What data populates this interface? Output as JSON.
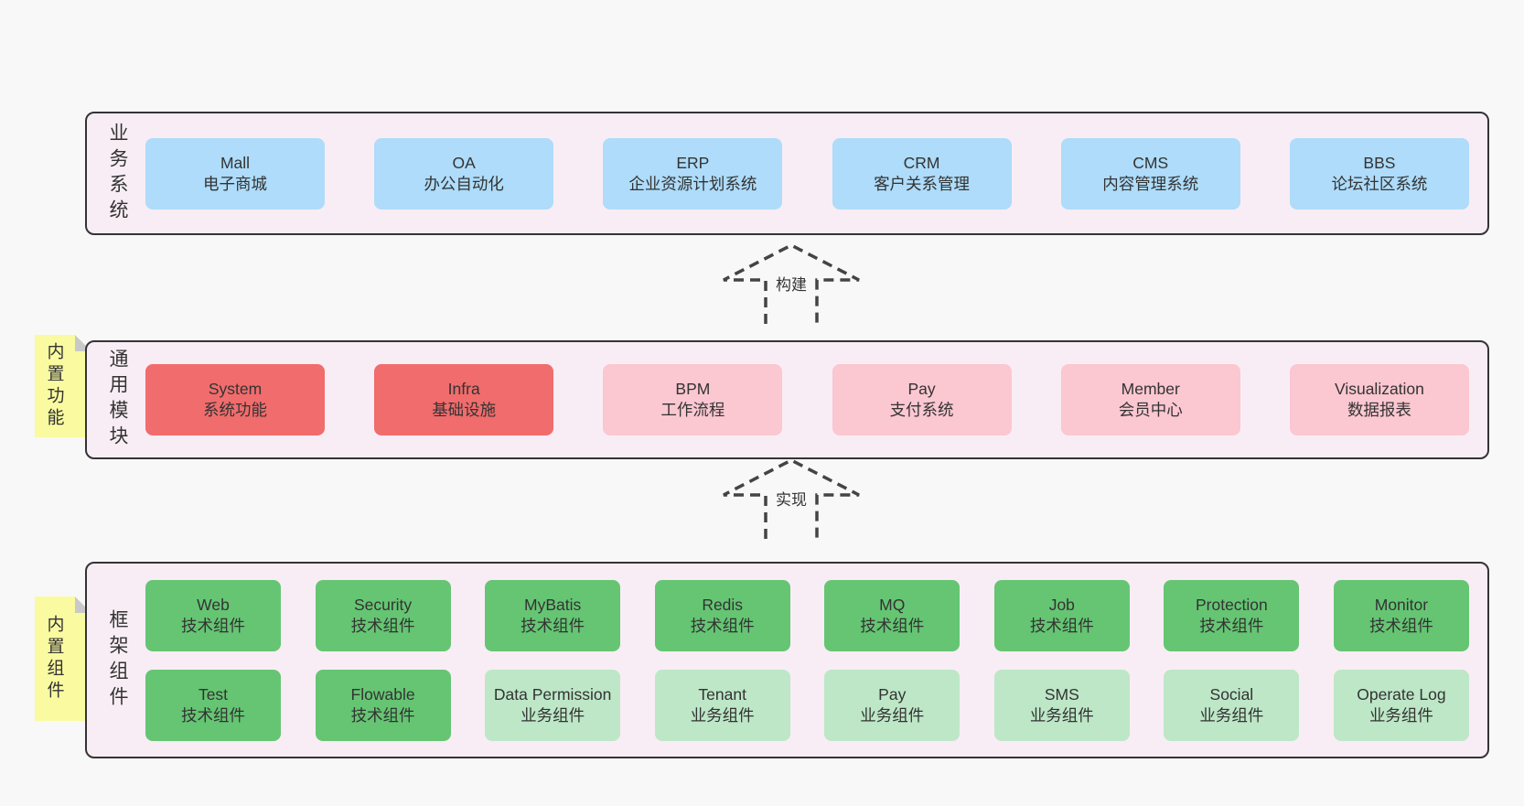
{
  "colors": {
    "page_bg": "#f8f8f8",
    "panel_bg": "#f8edf5",
    "panel_border": "#343434",
    "business_box": "#aedcfa",
    "core_module_box": "#f16c6c",
    "optional_module_box": "#fbc7d1",
    "tech_component_box": "#65c573",
    "biz_component_box": "#bde7c7",
    "sticky_tag": "#fafaa1",
    "text": "#333333"
  },
  "business": {
    "label": "业务系统",
    "items": [
      {
        "en": "Mall",
        "zh": "电子商城"
      },
      {
        "en": "OA",
        "zh": "办公自动化"
      },
      {
        "en": "ERP",
        "zh": "企业资源计划系统"
      },
      {
        "en": "CRM",
        "zh": "客户关系管理"
      },
      {
        "en": "CMS",
        "zh": "内容管理系统"
      },
      {
        "en": "BBS",
        "zh": "论坛社区系统"
      }
    ]
  },
  "build_arrow": {
    "label": "构建"
  },
  "modules": {
    "tag": "内置功能",
    "label": "通用模块",
    "items": [
      {
        "en": "System",
        "zh": "系统功能"
      },
      {
        "en": "Infra",
        "zh": "基础设施"
      },
      {
        "en": "BPM",
        "zh": "工作流程"
      },
      {
        "en": "Pay",
        "zh": "支付系统"
      },
      {
        "en": "Member",
        "zh": "会员中心"
      },
      {
        "en": "Visualization",
        "zh": "数据报表"
      }
    ]
  },
  "implement_arrow": {
    "label": "实现"
  },
  "components": {
    "tag": "内置组件",
    "label": "框架组件",
    "row1": [
      {
        "en": "Web",
        "zh": "技术组件"
      },
      {
        "en": "Security",
        "zh": "技术组件"
      },
      {
        "en": "MyBatis",
        "zh": "技术组件"
      },
      {
        "en": "Redis",
        "zh": "技术组件"
      },
      {
        "en": "MQ",
        "zh": "技术组件"
      },
      {
        "en": "Job",
        "zh": "技术组件"
      },
      {
        "en": "Protection",
        "zh": "技术组件"
      },
      {
        "en": "Monitor",
        "zh": "技术组件"
      }
    ],
    "row2": [
      {
        "en": "Test",
        "zh": "技术组件"
      },
      {
        "en": "Flowable",
        "zh": "技术组件"
      },
      {
        "en": "Data Permission",
        "zh": "业务组件"
      },
      {
        "en": "Tenant",
        "zh": "业务组件"
      },
      {
        "en": "Pay",
        "zh": "业务组件"
      },
      {
        "en": "SMS",
        "zh": "业务组件"
      },
      {
        "en": "Social",
        "zh": "业务组件"
      },
      {
        "en": "Operate Log",
        "zh": "业务组件"
      }
    ]
  }
}
